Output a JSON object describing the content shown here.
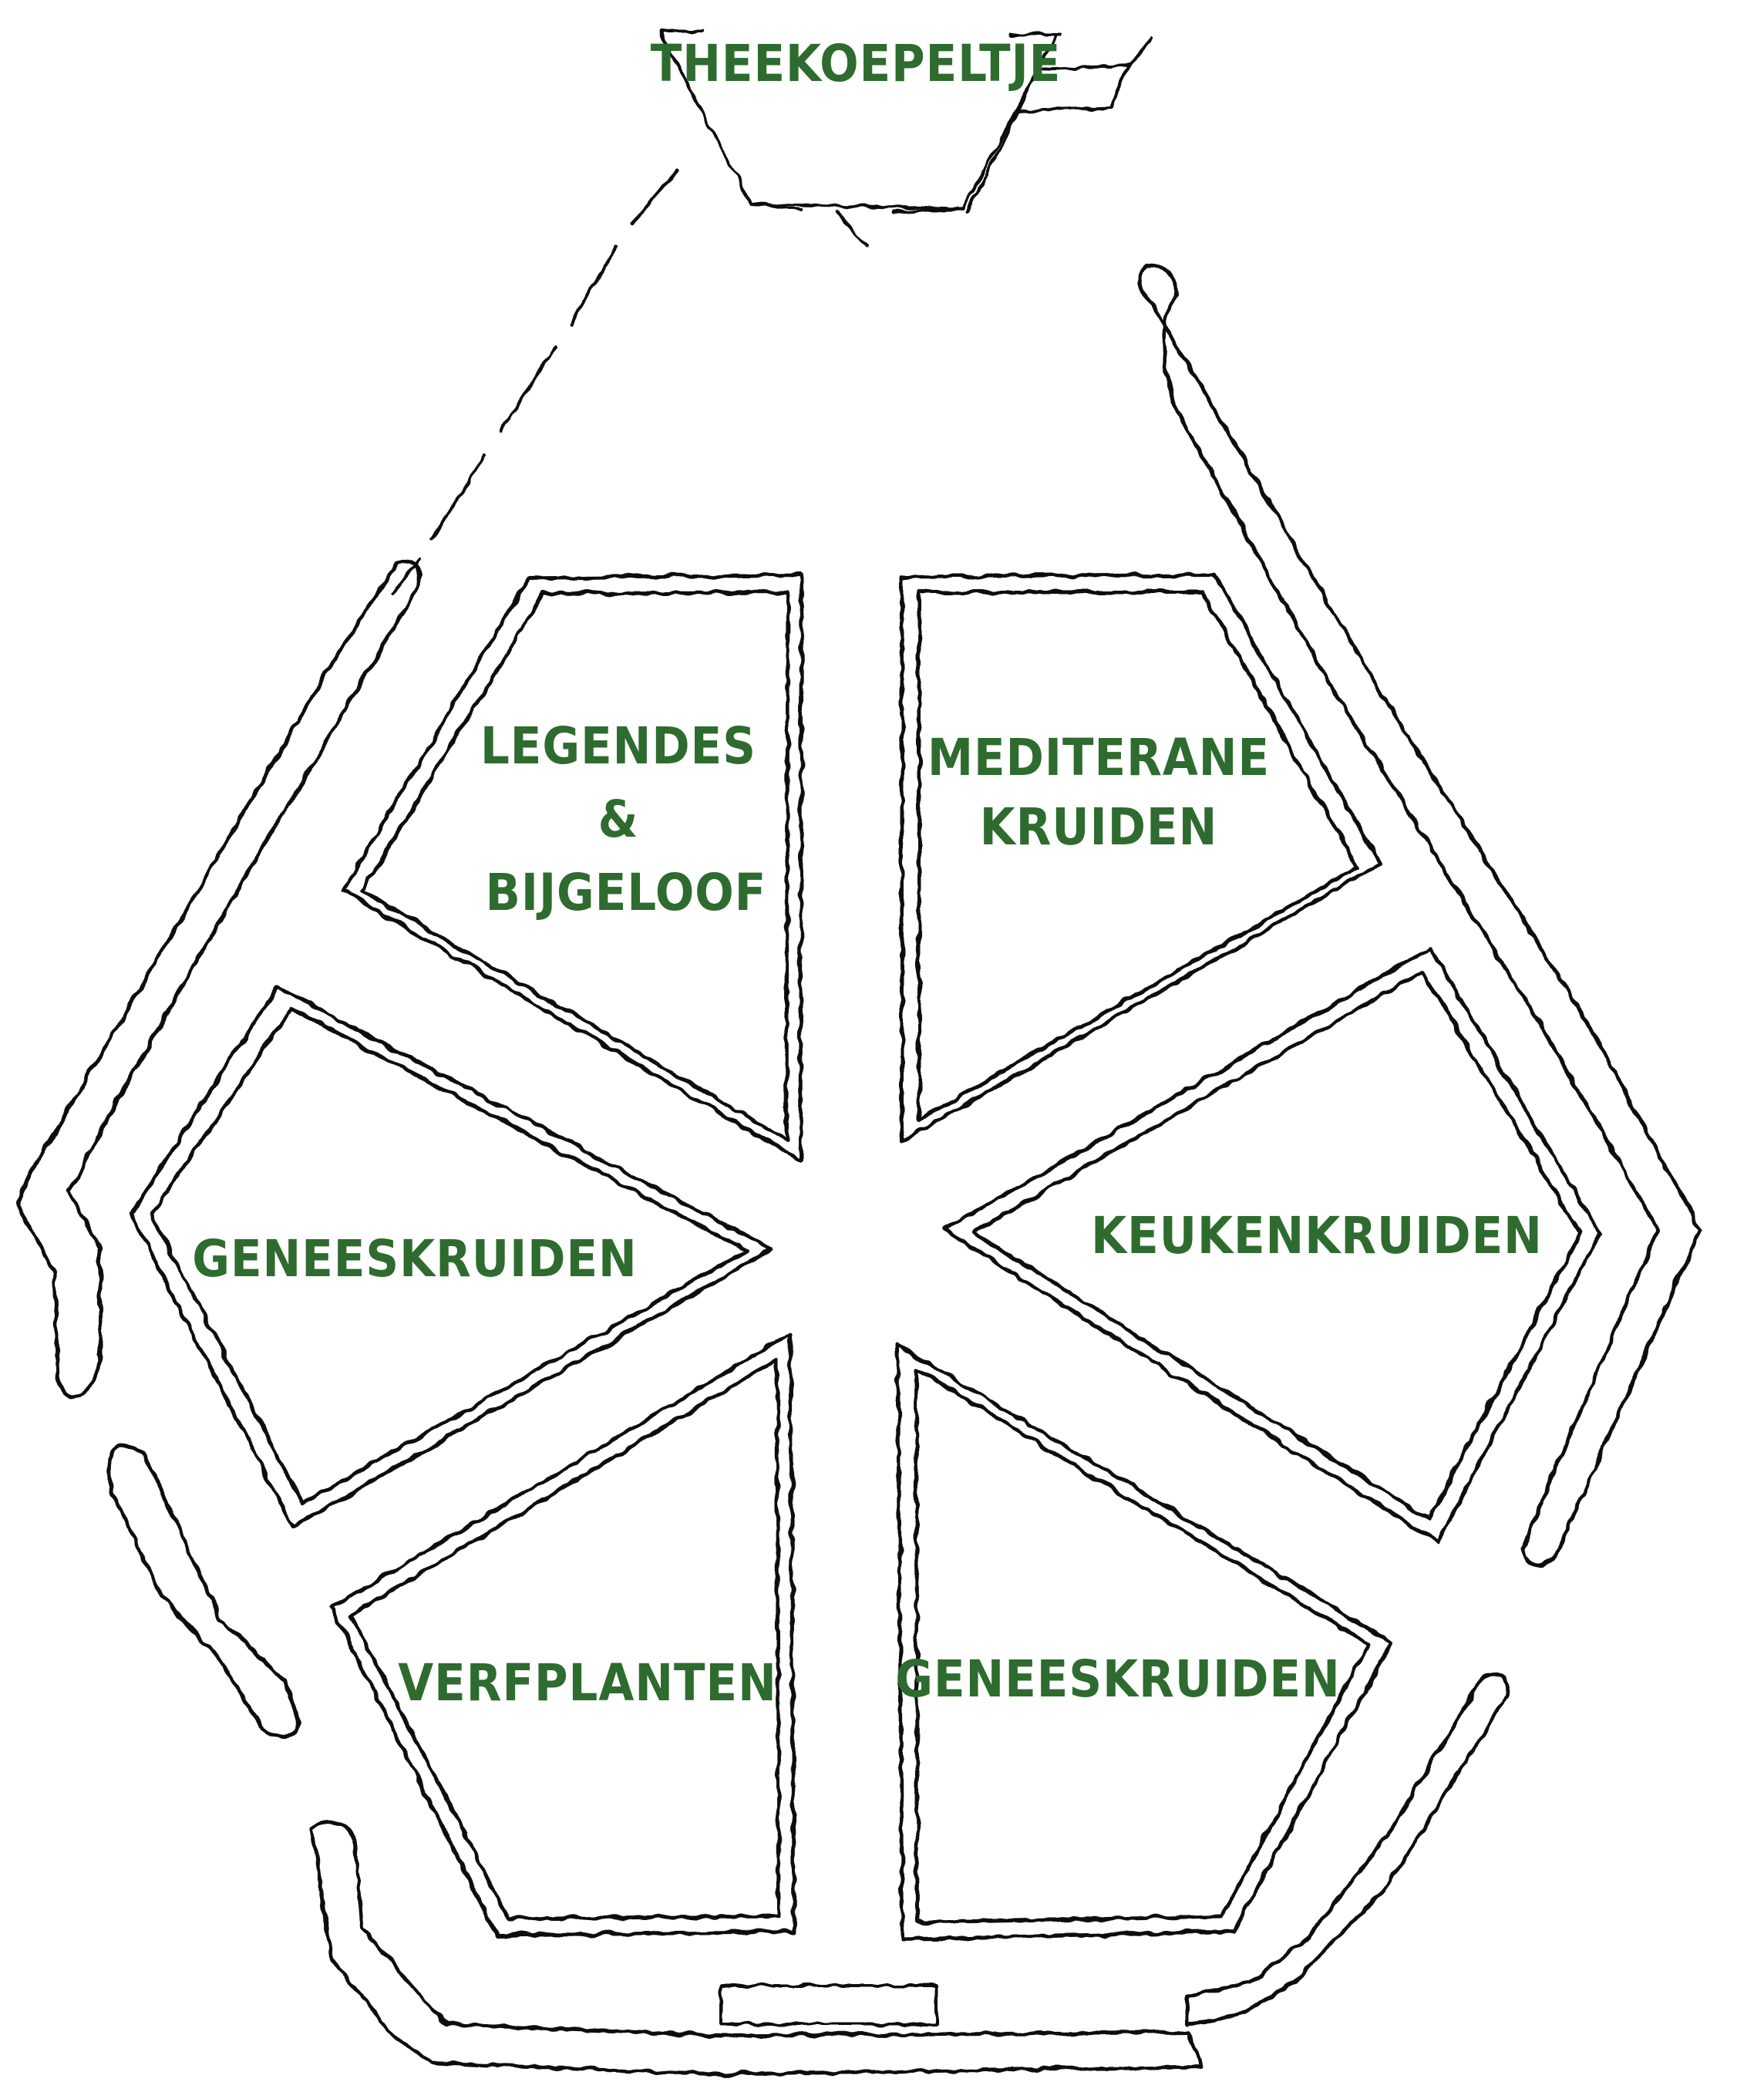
{
  "labels": {
    "tea_house": "THEEKOEPELTJE",
    "legends_line1": "LEGENDES",
    "legends_line2": "&",
    "legends_line3": "BIJGELOOF",
    "mediterranean_line1": "MEDITERANE",
    "mediterranean_line2": "KRUIDEN",
    "medicinal_west": "GENEESKRUIDEN",
    "kitchen": "KEUKENKRUIDEN",
    "dye_plants": "VERFPLANTEN",
    "medicinal_south": "GENEESKRUIDEN"
  },
  "colors": {
    "label": "#2e6b2e",
    "line": "#111111",
    "background": "#ffffff"
  }
}
